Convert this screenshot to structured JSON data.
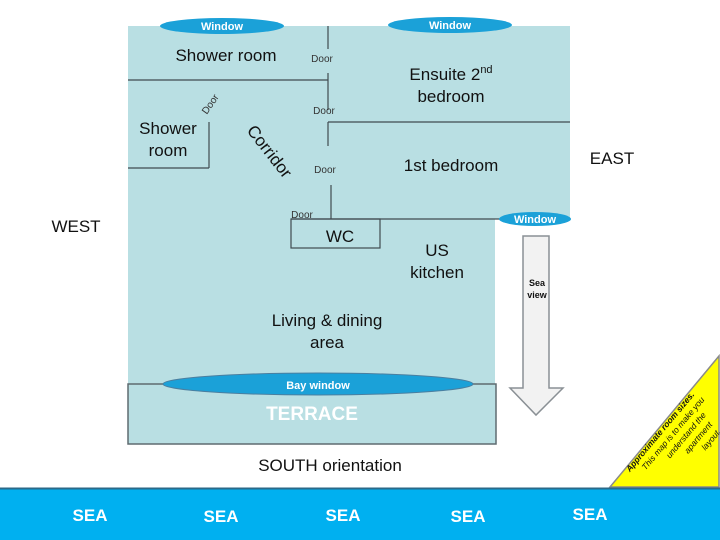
{
  "rooms": {
    "shower_room_1": "Shower room",
    "ensuite_line1": "Ensuite 2",
    "ensuite_sup": "nd",
    "ensuite_line2": "bedroom",
    "shower_room_2_line1": "Shower",
    "shower_room_2_line2": "room",
    "corridor": "Corridor",
    "first_bedroom": "1st bedroom",
    "wc": "WC",
    "kitchen_line1": "US",
    "kitchen_line2": "kitchen",
    "living_line1": "Living & dining",
    "living_line2": "area",
    "terrace": "TERRACE"
  },
  "doors": [
    "Door",
    "Door",
    "Door",
    "Door",
    "Door"
  ],
  "windows": [
    "Window",
    "Window",
    "Window",
    "Bay window"
  ],
  "compass": {
    "west": "WEST",
    "east": "EAST",
    "south": "SOUTH orientation"
  },
  "sea_view": {
    "line1": "Sea",
    "line2": "view"
  },
  "sea_labels": [
    "SEA",
    "SEA",
    "SEA",
    "SEA",
    "SEA"
  ],
  "note": {
    "title": "Approximate room sizes.",
    "line1": "This map is to make you",
    "line2": "understand the",
    "line3": "apartment",
    "line4": "layout."
  },
  "colors": {
    "floor": "#b9dfe3",
    "window": "#1ba1d8",
    "sea": "#00b0f0",
    "note": "#ffff00"
  }
}
